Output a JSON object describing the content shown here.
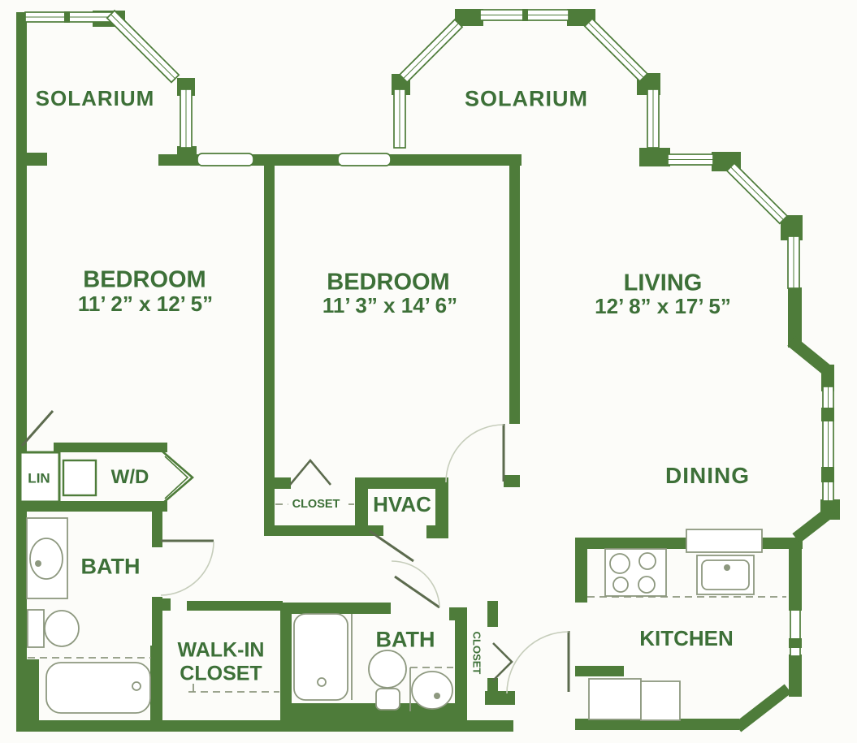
{
  "colors": {
    "wall": "#4e7c3a",
    "label": "#3d7038",
    "fixture": "#8d987f",
    "arc": "#c6cdbb",
    "leaf": "#5c6b4e",
    "bg": "#fcfcf9"
  },
  "rooms": {
    "solarium_left": {
      "label": "SOLARIUM"
    },
    "solarium_center": {
      "label": "SOLARIUM"
    },
    "bedroom_left": {
      "label": "BEDROOM",
      "dims": "11’ 2” x 12’ 5”"
    },
    "bedroom_center": {
      "label": "BEDROOM",
      "dims": "11’ 3” x 14’ 6”"
    },
    "living": {
      "label": "LIVING",
      "dims": "12’ 8” x 17’ 5”"
    },
    "dining": {
      "label": "DINING"
    },
    "kitchen": {
      "label": "KITCHEN"
    },
    "bath_left": {
      "label": "BATH"
    },
    "bath_center": {
      "label": "BATH"
    },
    "walk_in_closet": {
      "line1": "WALK-IN",
      "line2": "CLOSET"
    },
    "closet_bedroom": {
      "label": "CLOSET"
    },
    "closet_entry": {
      "label": "CLOSET"
    },
    "hvac": {
      "label": "HVAC"
    },
    "linen": {
      "label": "LIN"
    },
    "washer_dryer": {
      "label": "W/D"
    }
  }
}
